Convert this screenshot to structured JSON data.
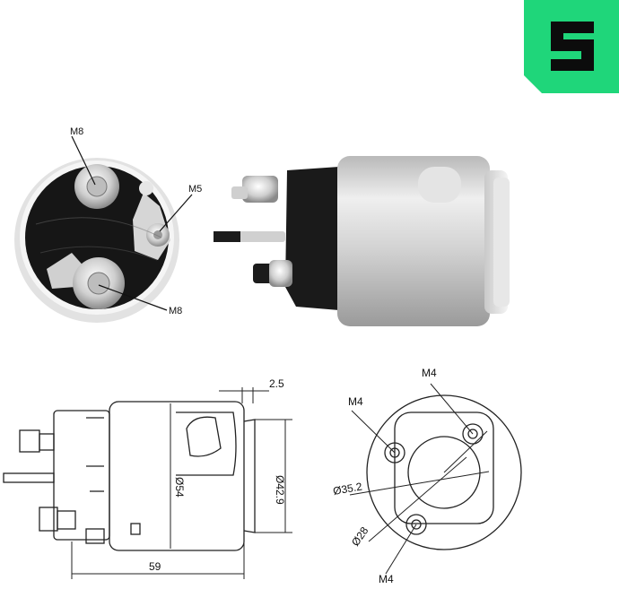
{
  "brand": {
    "color": "#1fd67a"
  },
  "photo_labels": {
    "top_terminal": "M8",
    "small_terminal": "M5",
    "bottom_terminal": "M8"
  },
  "side_view": {
    "offset": "2.5",
    "body_diameter": "Ø54",
    "cap_diameter": "Ø42.9",
    "length": "59"
  },
  "end_view": {
    "top_hole": "M4",
    "left_hole": "M4",
    "bottom_hole": "M4",
    "pcd": "Ø35.2",
    "bore": "Ø28"
  }
}
